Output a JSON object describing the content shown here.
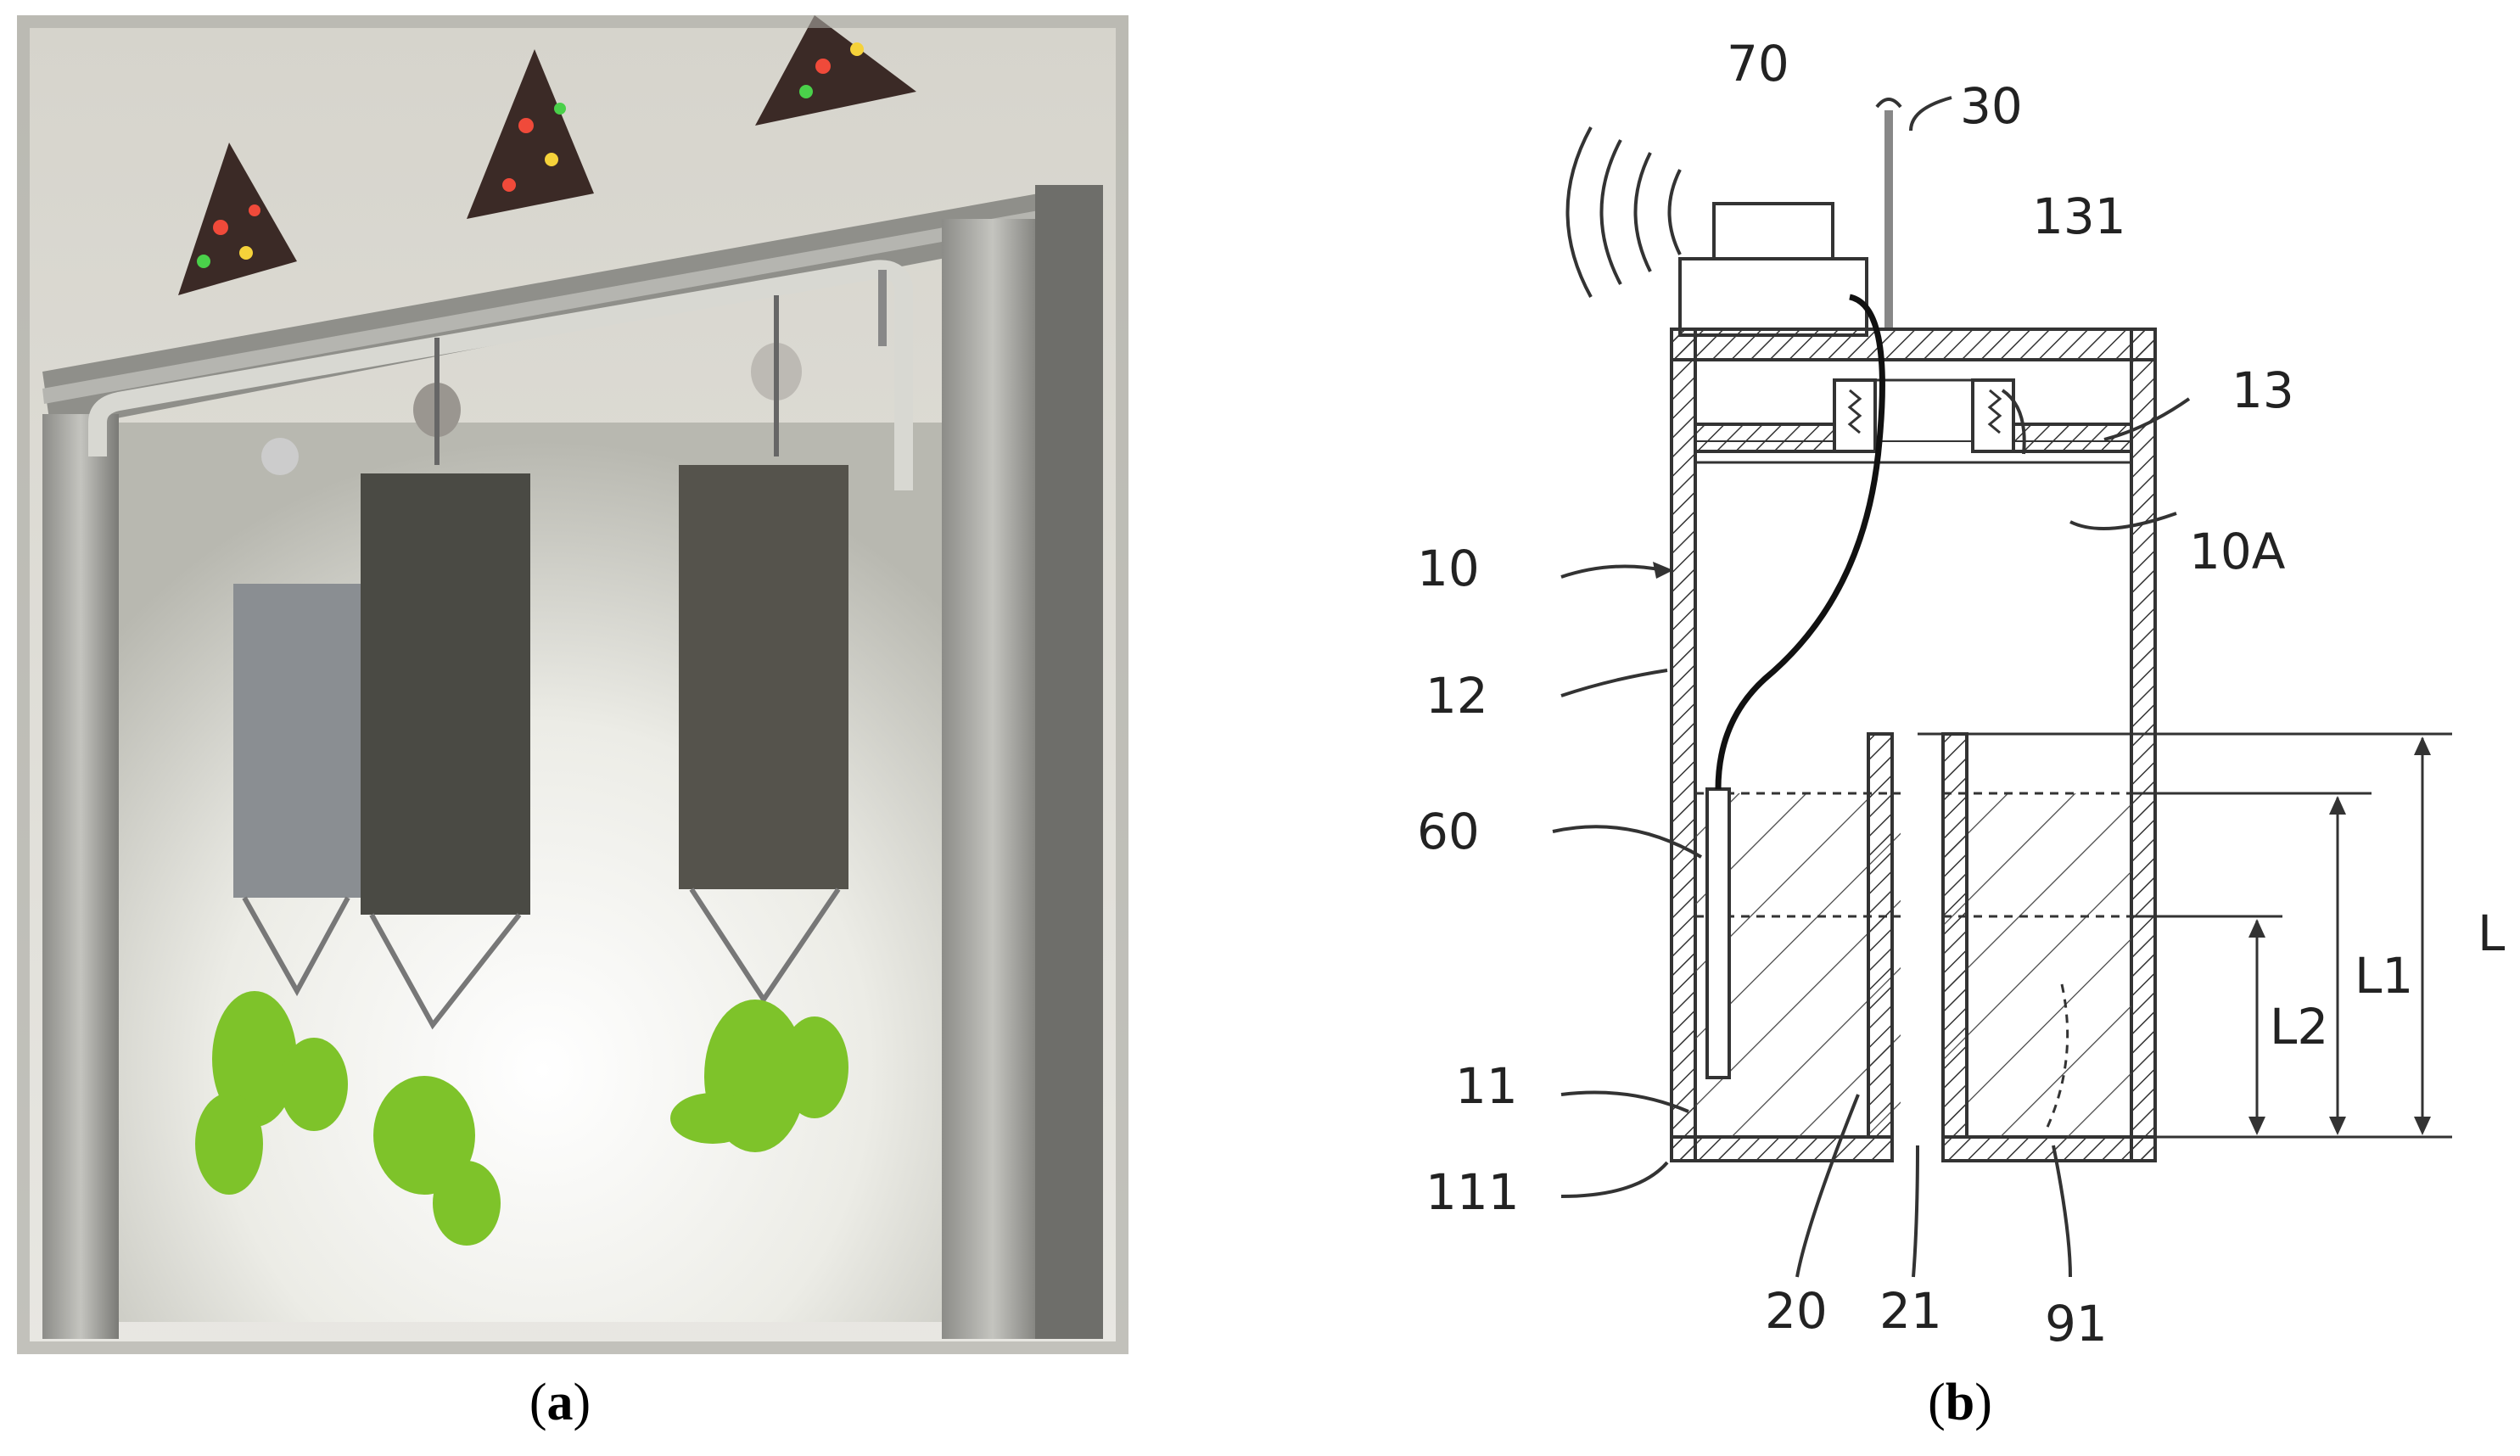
{
  "captions": {
    "a": {
      "open": "(",
      "letter": "a",
      "close": ")"
    },
    "b": {
      "open": "(",
      "letter": "b",
      "close": ")"
    }
  },
  "labels": {
    "l70": "70",
    "l30": "30",
    "l131": "131",
    "l13": "13",
    "l10": "10",
    "l10A": "10A",
    "l12": "12",
    "l60": "60",
    "l11": "11",
    "l111": "111",
    "l20": "20",
    "l21": "21",
    "l91": "91",
    "lL": "L",
    "lL1": "L1",
    "lL2": "L2"
  },
  "colors": {
    "photo_frame": "#9a9a96",
    "photo_background": "#dcdcd6",
    "foliage": "#7ec32a",
    "drawing_line": "#333333"
  }
}
